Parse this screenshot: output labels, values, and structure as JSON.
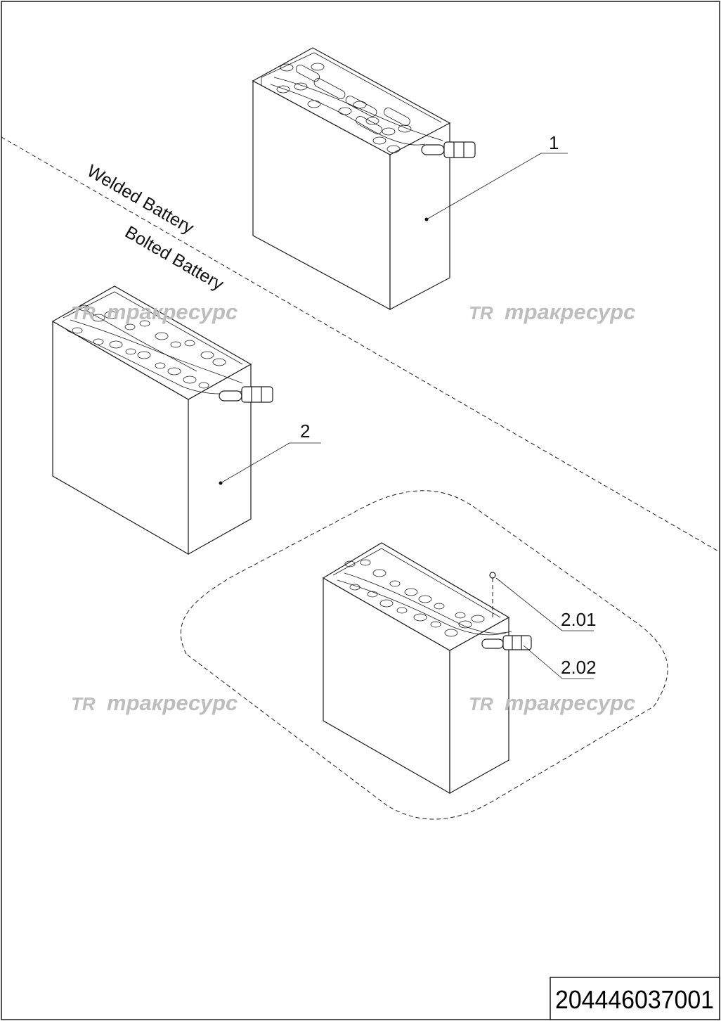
{
  "drawing": {
    "section_labels": {
      "welded": "Welded Battery",
      "bolted": "Bolted Battery"
    },
    "callouts": [
      {
        "id": "1"
      },
      {
        "id": "2"
      },
      {
        "id": "2.01"
      },
      {
        "id": "2.02"
      }
    ],
    "watermark": {
      "logo": "TR",
      "text": "тракресурс",
      "color": "#bdbdbd"
    },
    "document_number": "204446037001",
    "line_color": "#1a1a1a"
  }
}
